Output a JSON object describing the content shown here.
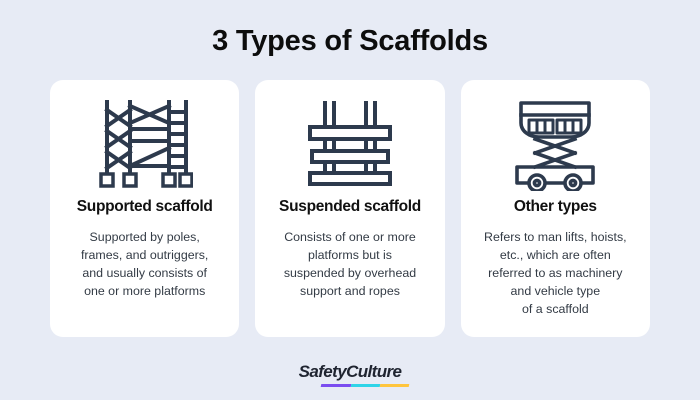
{
  "poster": {
    "title": "3 Types of Scaffolds",
    "background_color": "#e7ebf5",
    "card_background_color": "#ffffff",
    "icon_stroke_color": "#2d3a4d",
    "title_color": "#0d0d0d"
  },
  "cards": [
    {
      "icon_name": "supported-scaffold-tower-icon",
      "heading": "Supported scaffold",
      "body_lines": [
        "Supported by poles,",
        "frames, and outriggers,",
        "and usually consists of",
        "one or more platforms"
      ]
    },
    {
      "icon_name": "suspended-scaffold-platforms-icon",
      "heading": "Suspended scaffold",
      "body_lines": [
        "Consists of one or more",
        "platforms but is",
        "suspended by overhead",
        "support and ropes"
      ]
    },
    {
      "icon_name": "scissor-lift-icon",
      "heading": "Other types",
      "body_lines": [
        "Refers to man lifts, hoists,",
        "etc., which are often",
        "referred to as machinery",
        "and vehicle type",
        "of a scaffold"
      ]
    }
  ],
  "footer": {
    "brand_safety": "Safety",
    "brand_culture": "Culture",
    "underline_colors": {
      "purple": "#7b4df0",
      "cyan": "#2fd4e8",
      "yellow": "#ffc53d"
    }
  }
}
